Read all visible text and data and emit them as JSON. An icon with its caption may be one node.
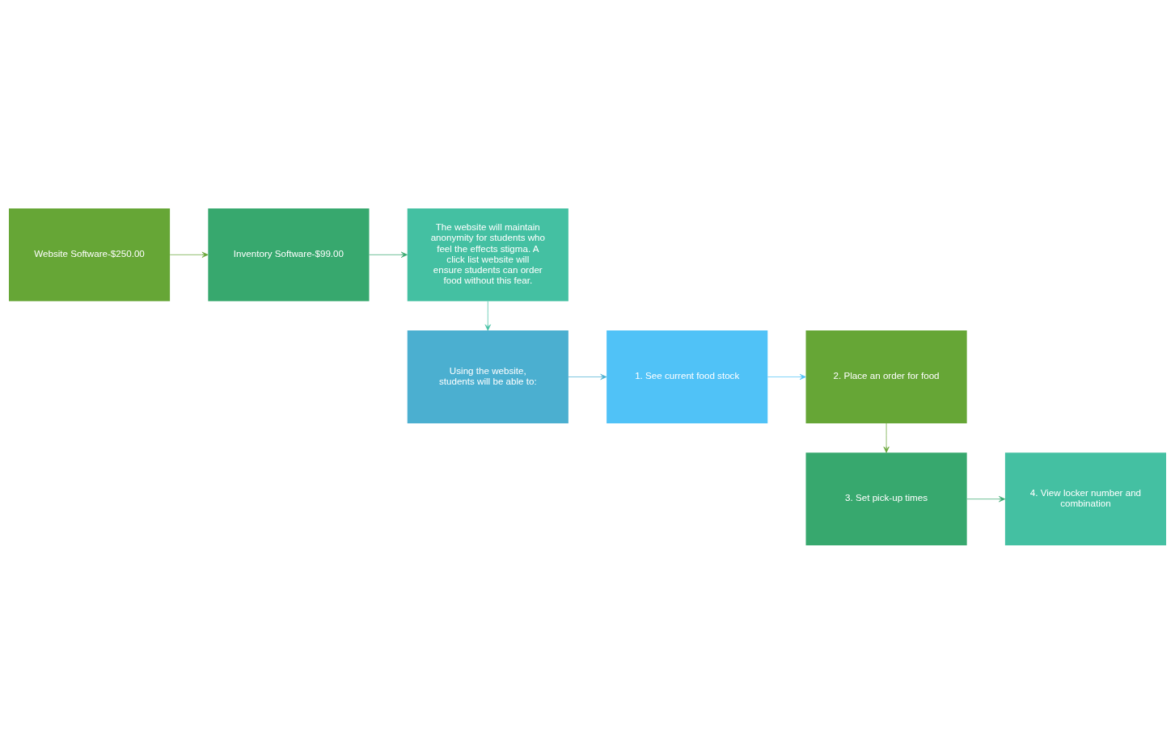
{
  "diagram": {
    "nodes": [
      {
        "text": [
          "Website Software-$250.00"
        ]
      },
      {
        "text": [
          "Inventory Software-$99.00"
        ]
      },
      {
        "text": [
          "The website will maintain anonymity for students who feel the effects stigma. A click list website will ensure students can order food without this fear."
        ]
      },
      {
        "text": [
          "Using the website, students will be able to:"
        ]
      },
      {
        "text": [
          "1. See current food stock"
        ]
      },
      {
        "text": [
          "2. Place an order for food"
        ]
      },
      {
        "text": [
          "3. Set pick-up times"
        ]
      },
      {
        "text": [
          "4. View locker number and combination"
        ]
      }
    ],
    "edges": [
      {
        "from": 0,
        "to": 1,
        "arrow": "to",
        "color": "#66a636"
      },
      {
        "from": 1,
        "to": 2,
        "arrow": "to",
        "color": "#37a86e"
      },
      {
        "from": 2,
        "to": 3,
        "arrow": "to",
        "color": "#44c0a2"
      },
      {
        "from": 3,
        "to": 4,
        "arrow": "to",
        "color": "#4bafd0"
      },
      {
        "from": 4,
        "to": 5,
        "arrow": "to",
        "color": "#50c2f7"
      },
      {
        "from": 5,
        "to": 6,
        "arrow": "to",
        "color": "#66a636"
      },
      {
        "from": 6,
        "to": 7,
        "arrow": "to",
        "color": "#37a86e"
      }
    ]
  }
}
